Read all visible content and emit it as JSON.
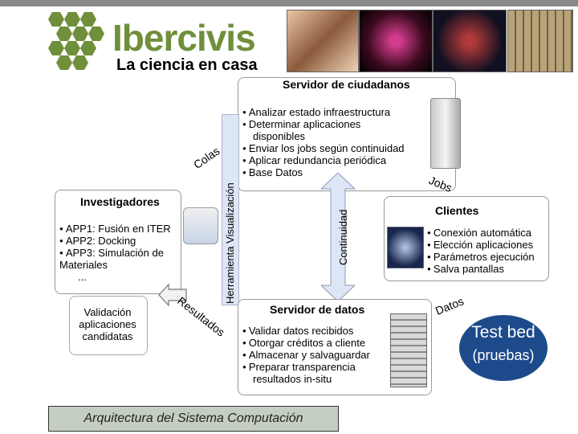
{
  "logo": {
    "name": "Ibercivis",
    "tagline": "La ciencia en casa"
  },
  "servidor_ciudadanos": {
    "title": "Servidor de ciudadanos",
    "items": [
      "Analizar estado infraestructura",
      "Determinar aplicaciones",
      "disponibles",
      "Enviar los jobs según continuidad",
      "Aplicar redundancia periódica",
      "Base Datos"
    ]
  },
  "investigadores": {
    "title": "Investigadores",
    "items": [
      "APP1: Fusión en ITER",
      "APP2: Docking",
      "APP3: Simulación de Materiales",
      "..."
    ]
  },
  "validacion": {
    "text": "Validación aplicaciones candidatas"
  },
  "herramienta": {
    "label": "Herramienta Visualización"
  },
  "continuidad": {
    "label": "Continuidad"
  },
  "colas": {
    "label": "Colas"
  },
  "resultados": {
    "label": "Resultados"
  },
  "jobs": {
    "label": "Jobs"
  },
  "datos": {
    "label": "Datos"
  },
  "clientes": {
    "title": "Clientes",
    "items": [
      "Conexión automática",
      "Elección aplicaciones",
      "Parámetros ejecución",
      "Salva pantallas"
    ]
  },
  "servidor_datos": {
    "title": "Servidor de datos",
    "items": [
      "Validar datos recibidos",
      "Otorgar créditos a cliente",
      "Almacenar y salvaguardar",
      "Preparar transparencia",
      "resultados in-situ"
    ]
  },
  "testbed": {
    "line1": "Test bed",
    "line2": "(pruebas)"
  },
  "footer": {
    "text": "Arquitectura del Sistema Computación"
  },
  "colors": {
    "accent_green": "#6f8f3a",
    "testbed_blue": "#1d4a8a",
    "arrow_blue": "#dde6f5",
    "footer_bg": "#c5cfc1"
  }
}
